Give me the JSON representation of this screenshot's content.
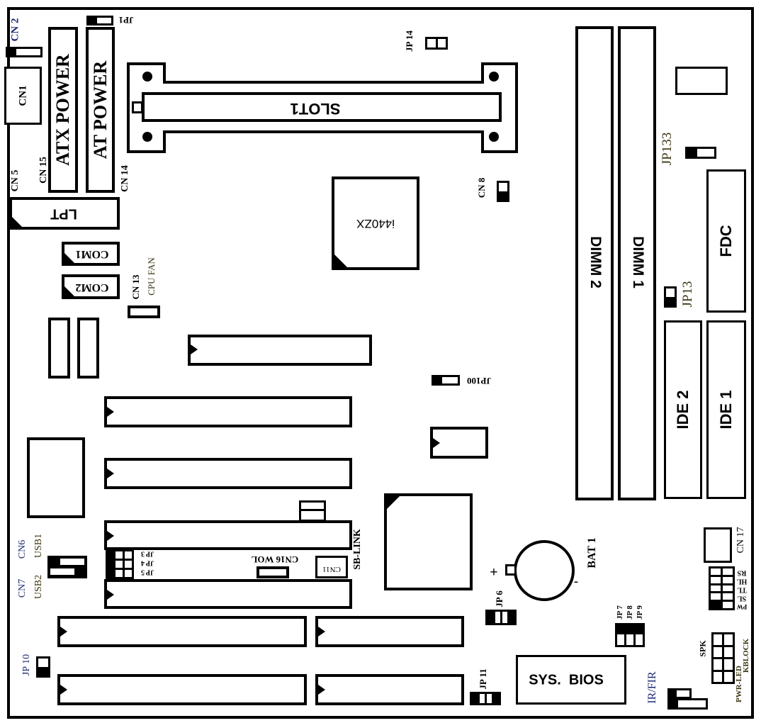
{
  "labels": {
    "cn2": "CN 2",
    "cn1": "CN1",
    "atx_power": "ATX POWER",
    "at_power": "AT POWER",
    "jp1": "JP1",
    "cn15": "CN 15",
    "cn14": "CN 14",
    "cn5": "CN 5",
    "lpt": "LPT",
    "com1": "COM1",
    "com2": "COM2",
    "cn13": "CN 13",
    "cpu_fan": "CPU FAN",
    "slot1": "SLOT1",
    "jp14": "JP 14",
    "cn8": "CN 8",
    "chipset": "i440ZX",
    "jp100": "JP100",
    "sb_link": "SB-LINK",
    "cn6": "CN6",
    "usb1": "USB1",
    "cn7": "CN7",
    "usb2": "USB2",
    "jp3": "JP 3",
    "jp4": "JP 4",
    "jp5": "JP 5",
    "cn16_wol": "CN16 WOL",
    "cn11": "CN11",
    "bat1": "BAT 1",
    "plus": "+",
    "minus": "-",
    "jp6": "JP 6",
    "jp7": "JP 7",
    "jp8": "JP 8",
    "jp9": "JP 9",
    "jp10": "JP 10",
    "jp11": "JP 11",
    "sys_bios": "SYS.  BIOS",
    "ir_fir": "IR/FIR",
    "dimm2": "DIMM 2",
    "dimm1": "DIMM 1",
    "jp133": "JP133",
    "fdc": "FDC",
    "jp13": "JP13",
    "ide2": "IDE 2",
    "ide1": "IDE 1",
    "cn17": "CN 17",
    "rs": "RS",
    "hl": "HL",
    "tl": "TL",
    "sl": "SL",
    "pw": "PW",
    "spk": "SPK",
    "pwr_led": "PWR-LED",
    "kblock": "KBLOCK"
  }
}
